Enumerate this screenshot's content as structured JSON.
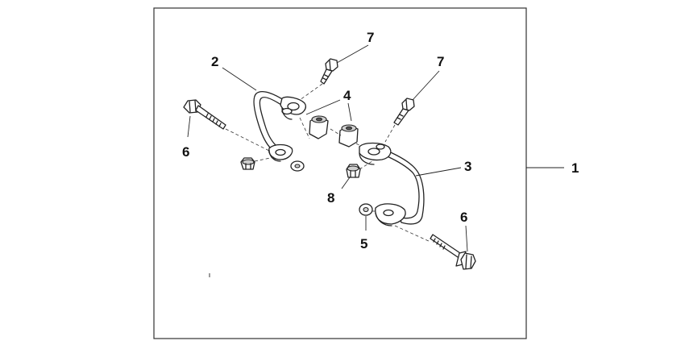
{
  "callouts": {
    "kit": "1",
    "left_bar": "2",
    "right_bar": "3",
    "collars": "4",
    "washer": "5",
    "bolt_left": "6",
    "bolt_right": "6",
    "screw_upper_left": "7",
    "screw_upper_right": "7",
    "nut": "8"
  },
  "colors": {
    "line": "#222222",
    "shade": "#cfcfcf",
    "frame": "#333333"
  }
}
